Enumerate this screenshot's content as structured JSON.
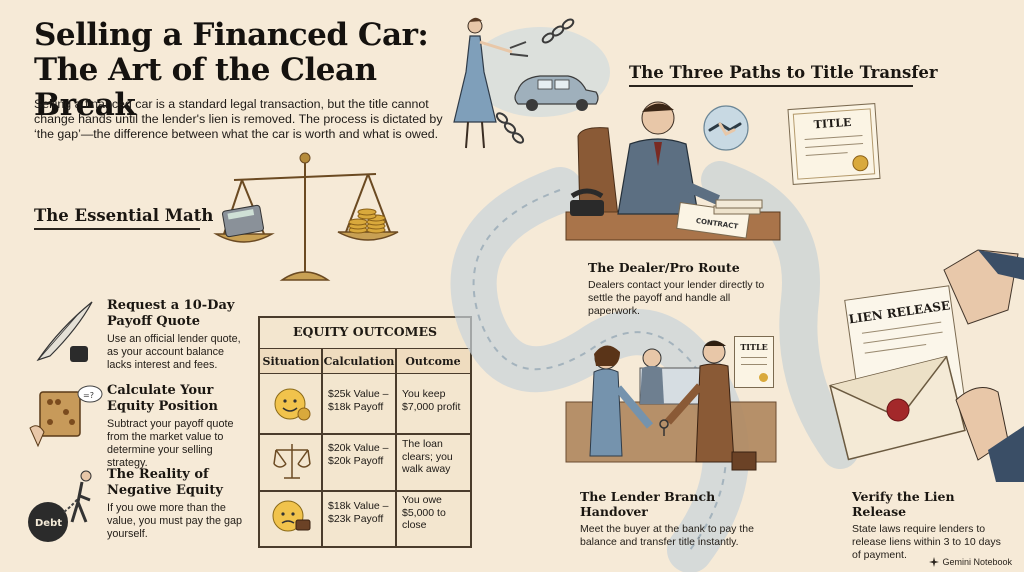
{
  "header": {
    "title_line1": "Selling a Financed Car:",
    "title_line2": "The Art of the Clean Break",
    "intro": "Selling a financed car is a standard legal transaction, but the title cannot change hands until the lender's lien is removed. The process is dictated by ‘the gap’—the difference between what the car is worth and what is owed."
  },
  "math": {
    "heading": "The Essential Math",
    "steps": [
      {
        "title": "Request a 10-Day Payoff Quote",
        "body": "Use an official lender quote, as your account balance lacks interest and fees.",
        "icon": "quill-pen-icon"
      },
      {
        "title": "Calculate Your Equity Position",
        "body": "Subtract your payoff quote from the market value to determine your selling strategy.",
        "icon": "abacus-icon"
      },
      {
        "title": "The Reality of Negative Equity",
        "body": "If you owe more than the value, you must pay the gap yourself.",
        "icon": "debt-ball-chain-icon",
        "weight_label": "Debt"
      }
    ]
  },
  "equity_table": {
    "title": "EQUITY OUTCOMES",
    "columns": [
      "Situation",
      "Calculation",
      "Outcome"
    ],
    "rows": [
      {
        "icon": "happy-money-face-icon",
        "calculation": "$25k Value – $18k Payoff",
        "outcome": "You keep $7,000 profit"
      },
      {
        "icon": "balance-scale-icon",
        "calculation": "$20k Value – $20k Payoff",
        "outcome": "The loan clears; you walk away"
      },
      {
        "icon": "worried-face-wallet-icon",
        "calculation": "$18k Value – $23k Payoff",
        "outcome": "You owe $5,000 to close"
      }
    ]
  },
  "paths": {
    "heading": "The Three Paths to Title Transfer",
    "items": [
      {
        "title": "The Dealer/Pro Route",
        "body": "Dealers contact your lender directly to settle the payoff and handle all paperwork."
      },
      {
        "title": "The Lender Branch Handover",
        "body": "Meet the buyer at the bank to pay the balance and transfer title instantly."
      },
      {
        "title": "Verify the Lien Release",
        "body": "State laws require lenders to release liens within 3 to 10 days of payment."
      }
    ]
  },
  "illustrations": {
    "title_doc_label": "TITLE",
    "contract_label": "CONTRACT",
    "bank_title_label": "TITLE",
    "lien_letter_label": "LIEN RELEASE"
  },
  "footer": {
    "brand": "Gemini Notebook"
  },
  "colors": {
    "background": "#f6ead7",
    "ink": "#1e1a16",
    "road": "#d9dfe3",
    "water": "#b9cad6",
    "accent_red": "#a3282a"
  }
}
